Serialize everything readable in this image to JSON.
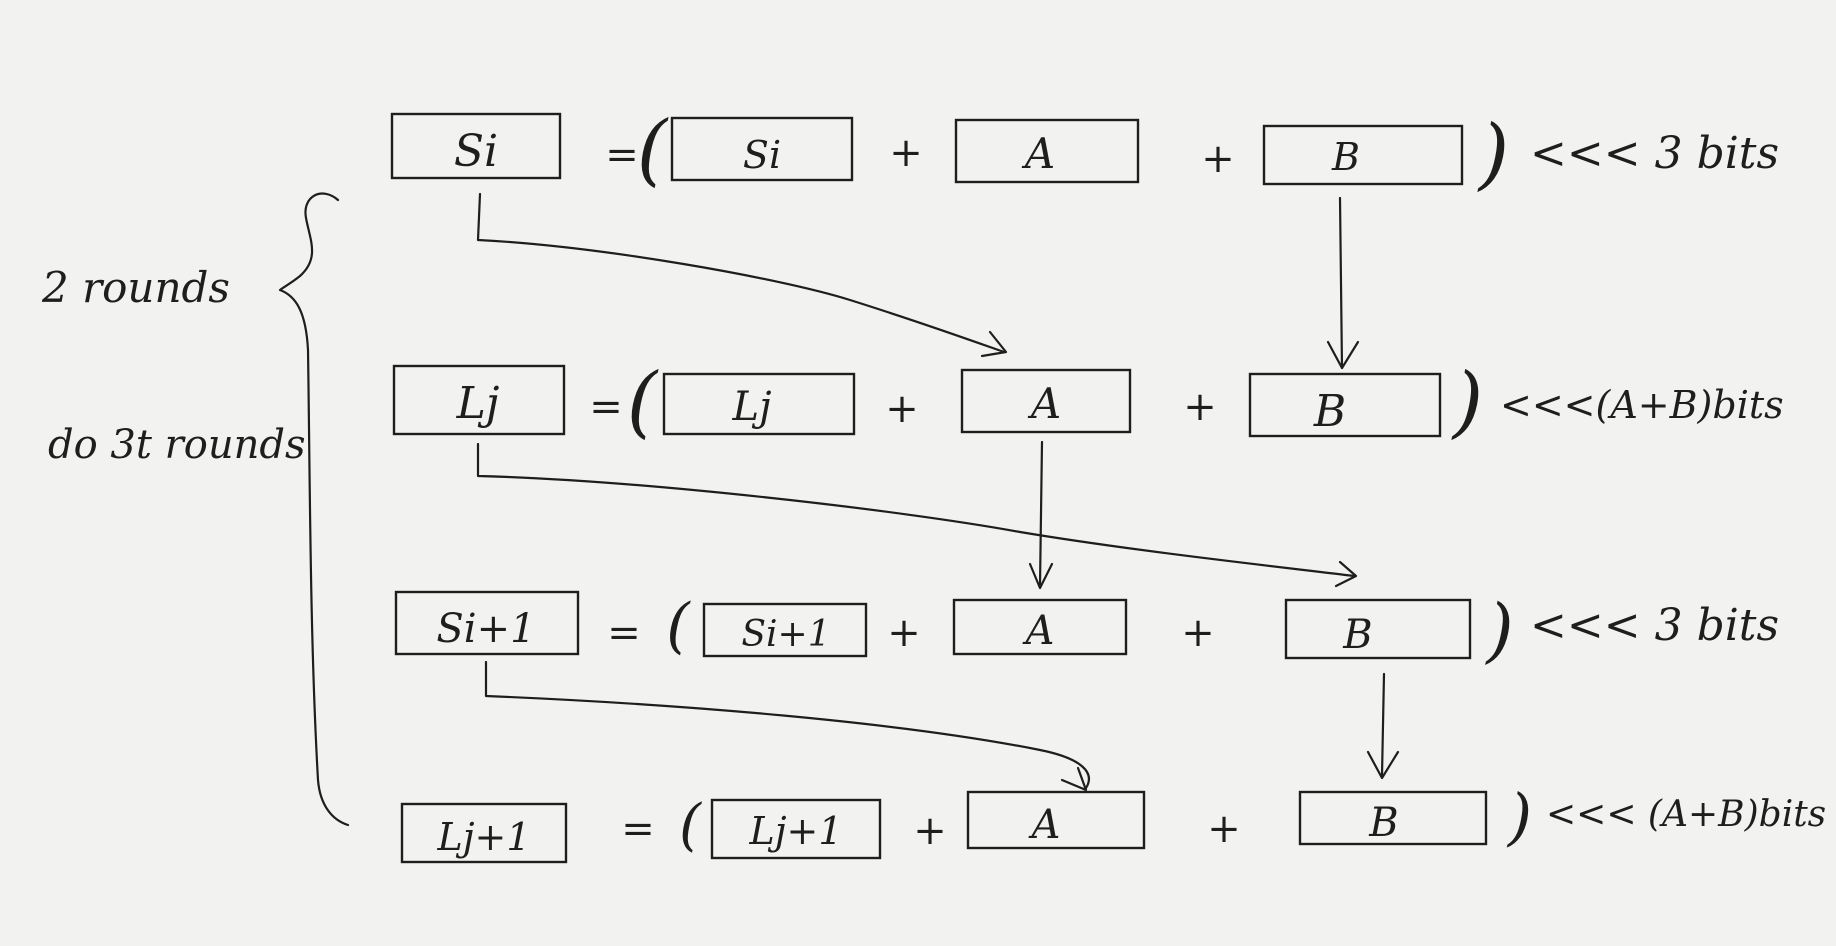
{
  "side_labels": {
    "rounds": "2 rounds",
    "do_rounds": "do 3t rounds"
  },
  "rows": [
    {
      "lhs": "Si",
      "equals": "=",
      "open_paren": "(",
      "term1": "Si",
      "plus1": "+",
      "term2": "A",
      "plus2": "+",
      "term3": "B",
      "close_paren": ")",
      "shift": "<<< 3 bits"
    },
    {
      "lhs": "Lj",
      "equals": "=",
      "open_paren": "(",
      "term1": "Lj",
      "plus1": "+",
      "term2": "A",
      "plus2": "+",
      "term3": "B",
      "close_paren": ")",
      "shift": "<<<(A+B)bits"
    },
    {
      "lhs": "Si+1",
      "equals": "=",
      "open_paren": "(",
      "term1": "Si+1",
      "plus1": "+",
      "term2": "A",
      "plus2": "+",
      "term3": "B",
      "close_paren": ")",
      "shift": "<<< 3 bits"
    },
    {
      "lhs": "Lj+1",
      "equals": "=",
      "open_paren": "(",
      "term1": "Lj+1",
      "plus1": "+",
      "term2": "A",
      "plus2": "+",
      "term3": "B",
      "close_paren": ")",
      "shift": "<<< (A+B)bits"
    }
  ],
  "colors": {
    "ink": "#1e1e1e",
    "paper": "#f2f2f0"
  }
}
